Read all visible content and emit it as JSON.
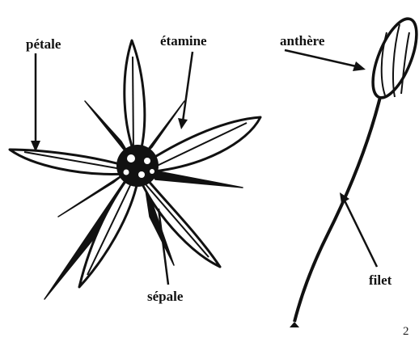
{
  "labels": {
    "petal": "pétale",
    "stamen": "étamine",
    "sepal": "sépale",
    "anther": "anthère",
    "filament": "filet"
  },
  "figure_number": "2",
  "colors": {
    "ink": "#111111",
    "paper": "#ffffff"
  }
}
